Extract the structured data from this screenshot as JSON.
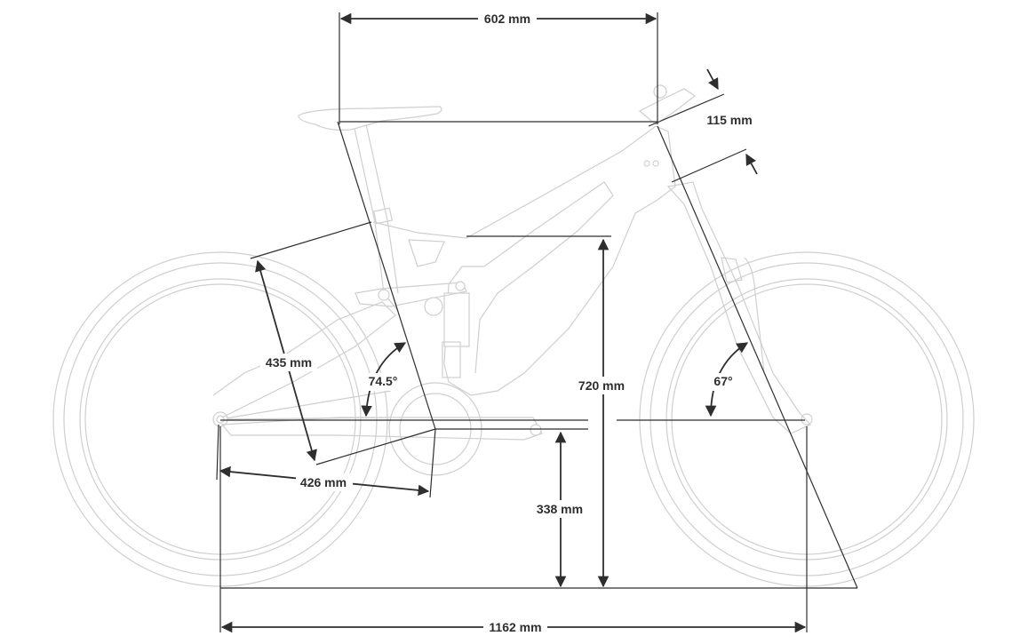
{
  "dimensions": {
    "reach": "602 mm",
    "head_tube": "115 mm",
    "stack": "720 mm",
    "seat_tube": "435 mm",
    "seat_angle": "74.5°",
    "head_angle": "67°",
    "chainstay": "426 mm",
    "bb_height": "338 mm",
    "wheelbase": "1162 mm"
  },
  "colors": {
    "dimension_line": "#2e2e2e",
    "bike_outline": "#cfcfcf",
    "background": "#ffffff"
  }
}
